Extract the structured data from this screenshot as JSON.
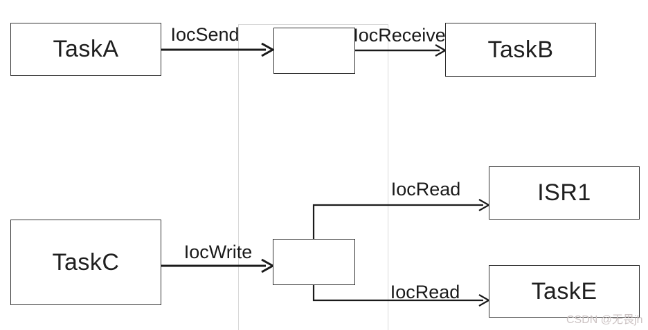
{
  "diagram": {
    "nodes": [
      {
        "id": "task-a",
        "label": "TaskA"
      },
      {
        "id": "ioc-buffer-1",
        "label": ""
      },
      {
        "id": "task-b",
        "label": "TaskB"
      },
      {
        "id": "task-c",
        "label": "TaskC"
      },
      {
        "id": "ioc-buffer-2",
        "label": ""
      },
      {
        "id": "isr-1",
        "label": "ISR1"
      },
      {
        "id": "task-e",
        "label": "TaskE"
      }
    ],
    "edges": [
      {
        "from": "task-a",
        "to": "ioc-buffer-1",
        "label": "IocSend"
      },
      {
        "from": "ioc-buffer-1",
        "to": "task-b",
        "label": "IocReceive"
      },
      {
        "from": "task-c",
        "to": "ioc-buffer-2",
        "label": "IocWrite"
      },
      {
        "from": "ioc-buffer-2",
        "to": "isr-1",
        "label": "IocRead"
      },
      {
        "from": "ioc-buffer-2",
        "to": "task-e",
        "label": "IocRead"
      }
    ],
    "colors": {
      "line": "#1a1a1a",
      "box_border": "#2e2e2e",
      "box_fill": "#ffffff",
      "partition_border": "#d9d9d9",
      "watermark": "#ccc3c3"
    }
  },
  "watermark": {
    "text": "CSDN @无畏jh"
  }
}
